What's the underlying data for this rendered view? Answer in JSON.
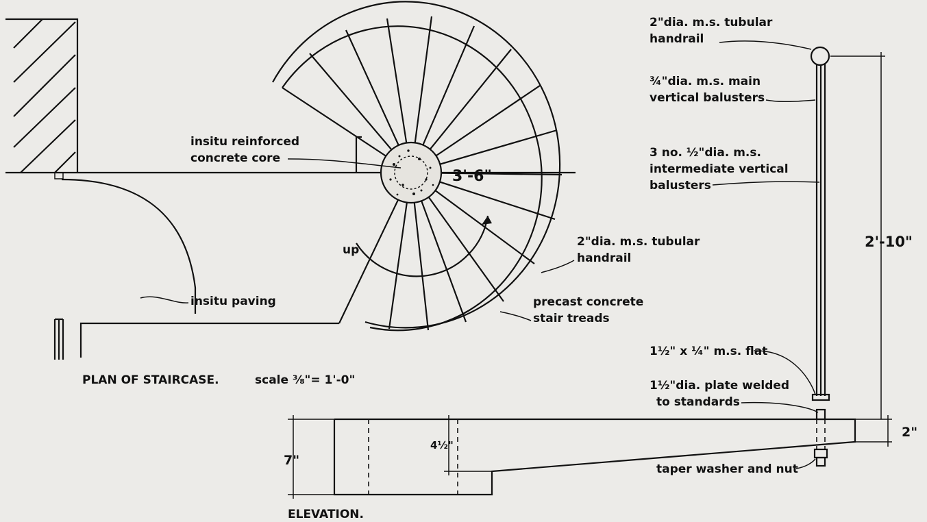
{
  "plan": {
    "wall_core_label_1": "insitu reinforced",
    "wall_core_label_2": "concrete core",
    "radius_label": "3'-6\"",
    "up_label": "up",
    "handrail_label_1": "2\"dia. m.s. tubular",
    "handrail_label_2": "handrail",
    "tread_label_1": "precast concrete",
    "tread_label_2": "stair treads",
    "paving_label": "insitu paving",
    "title": "PLAN OF STAIRCASE.",
    "scale": "scale ⅜\"= 1'-0\""
  },
  "elevation": {
    "title": "ELEVATION.",
    "handrail_label_1": "2\"dia. m.s. tubular",
    "handrail_label_2": "handrail",
    "main_baluster_1": "¾\"dia. m.s. main",
    "main_baluster_2": "vertical balusters",
    "inter_baluster_1": "3 no. ½\"dia. m.s.",
    "inter_baluster_2": "intermediate vertical",
    "inter_baluster_3": "balusters",
    "height_dim": "2'-10\"",
    "flat_label": "1½\" x ¼\" m.s. flat",
    "plate_label_1": "1½\"dia. plate welded",
    "plate_label_2": "to standards",
    "washer_label": "taper washer and nut",
    "dim_7": "7\"",
    "dim_4half": "4½\"",
    "dim_2": "2\""
  }
}
